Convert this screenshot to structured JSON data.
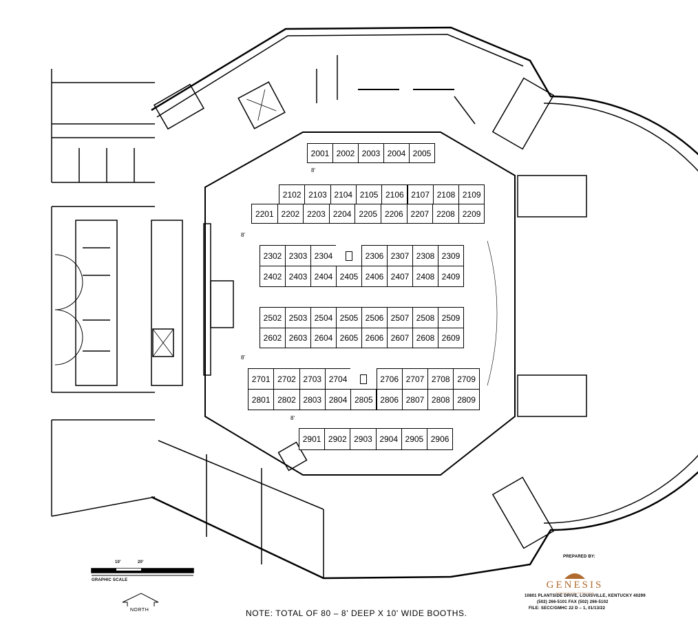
{
  "booth_rows": [
    {
      "name": "row-2000",
      "booths": [
        "2001",
        "2002",
        "2003",
        "2004",
        "2005"
      ]
    },
    {
      "name": "row-2100",
      "booths": [
        "2102",
        "2103",
        "2104",
        "2105",
        "2106",
        "2107",
        "2108",
        "2109"
      ]
    },
    {
      "name": "row-2200",
      "booths": [
        "2201",
        "2202",
        "2203",
        "2204",
        "2205",
        "2206",
        "2207",
        "2208",
        "2209"
      ]
    },
    {
      "name": "row-2300",
      "booths": [
        "2302",
        "2303",
        "2304",
        "",
        "2306",
        "2307",
        "2308",
        "2309"
      ]
    },
    {
      "name": "row-2400",
      "booths": [
        "2402",
        "2403",
        "2404",
        "2405",
        "2406",
        "2407",
        "2408",
        "2409"
      ]
    },
    {
      "name": "row-2500",
      "booths": [
        "2502",
        "2503",
        "2504",
        "2505",
        "2506",
        "2507",
        "2508",
        "2509"
      ]
    },
    {
      "name": "row-2600",
      "booths": [
        "2602",
        "2603",
        "2604",
        "2605",
        "2606",
        "2607",
        "2608",
        "2609"
      ]
    },
    {
      "name": "row-2700",
      "booths": [
        "2701",
        "2702",
        "2703",
        "2704",
        "",
        "2706",
        "2707",
        "2708",
        "2709"
      ]
    },
    {
      "name": "row-2800",
      "booths": [
        "2801",
        "2802",
        "2803",
        "2804",
        "2805",
        "2806",
        "2807",
        "2808",
        "2809"
      ]
    },
    {
      "name": "row-2900",
      "booths": [
        "2901",
        "2902",
        "2903",
        "2904",
        "2905",
        "2906"
      ]
    }
  ],
  "aisle_label": "8'",
  "scale": {
    "tick1": "10'",
    "tick2": "20'",
    "label": "GRAPHIC SCALE"
  },
  "north_label": "NORTH",
  "note": "NOTE:  TOTAL OF 80 – 8' DEEP X 10' WIDE BOOTHS.",
  "prepared_by": "PREPARED BY:",
  "company": {
    "name": "GENESIS",
    "tagline": "EXPOSITION SERVICES",
    "brand_color": "#b06a2e"
  },
  "address": "10801 PLANTSIDE DRIVE, LOUISVILLE, KENTUCKY 40299",
  "phone_line": "(502) 266-5101    FAX  (502) 266-5102",
  "file_line": "FILE:  SECC/GMHC 22     D – 1, 01/13/22"
}
